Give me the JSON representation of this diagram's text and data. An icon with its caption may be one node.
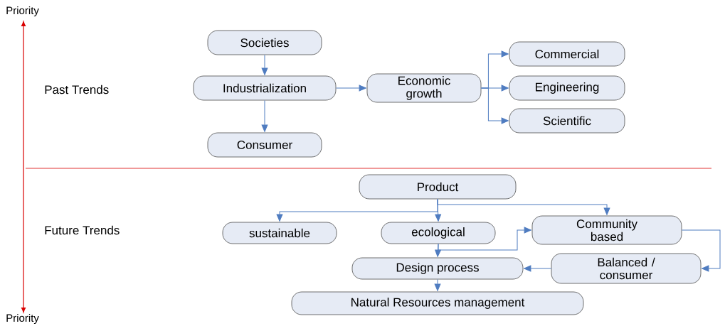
{
  "diagram": {
    "nodes": [
      {
        "text": [
          "Societies"
        ]
      },
      {
        "text": [
          "Industrialization"
        ]
      },
      {
        "text": [
          "Consumer"
        ]
      },
      {
        "text": [
          "Economic growth"
        ]
      },
      {
        "text": [
          "Commercial"
        ]
      },
      {
        "text": [
          "Engineering"
        ]
      },
      {
        "text": [
          "Scientific"
        ]
      },
      {
        "text": [
          "Product"
        ]
      },
      {
        "text": [
          "sustainable"
        ]
      },
      {
        "text": [
          "ecological"
        ]
      },
      {
        "text": [
          "Community based"
        ]
      },
      {
        "text": [
          "Design process"
        ]
      },
      {
        "text": [
          "Balanced / consumer"
        ]
      },
      {
        "text": [
          "Natural Resources management"
        ]
      }
    ],
    "edges": [
      {
        "from": 0,
        "to": 1,
        "arrow": "to"
      },
      {
        "from": 1,
        "to": 2,
        "arrow": "to"
      },
      {
        "from": 1,
        "to": 3,
        "arrow": "to"
      },
      {
        "from": 3,
        "to": 4,
        "arrow": "to"
      },
      {
        "from": 3,
        "to": 5,
        "arrow": "to"
      },
      {
        "from": 3,
        "to": 6,
        "arrow": "to"
      },
      {
        "from": 7,
        "to": 8,
        "arrow": "to"
      },
      {
        "from": 7,
        "to": 9,
        "arrow": "to"
      },
      {
        "from": 7,
        "to": 10,
        "arrow": "to"
      },
      {
        "from": 9,
        "to": 11,
        "arrow": "to"
      },
      {
        "from": 9,
        "to": 10,
        "arrow": "to"
      },
      {
        "from": 10,
        "to": 12,
        "arrow": "to"
      },
      {
        "from": 12,
        "to": 11,
        "arrow": "to"
      },
      {
        "from": 11,
        "to": 13,
        "arrow": "to"
      }
    ],
    "labels": [
      "Priority",
      "Past Trends",
      "Future Trends",
      "Priority"
    ]
  }
}
